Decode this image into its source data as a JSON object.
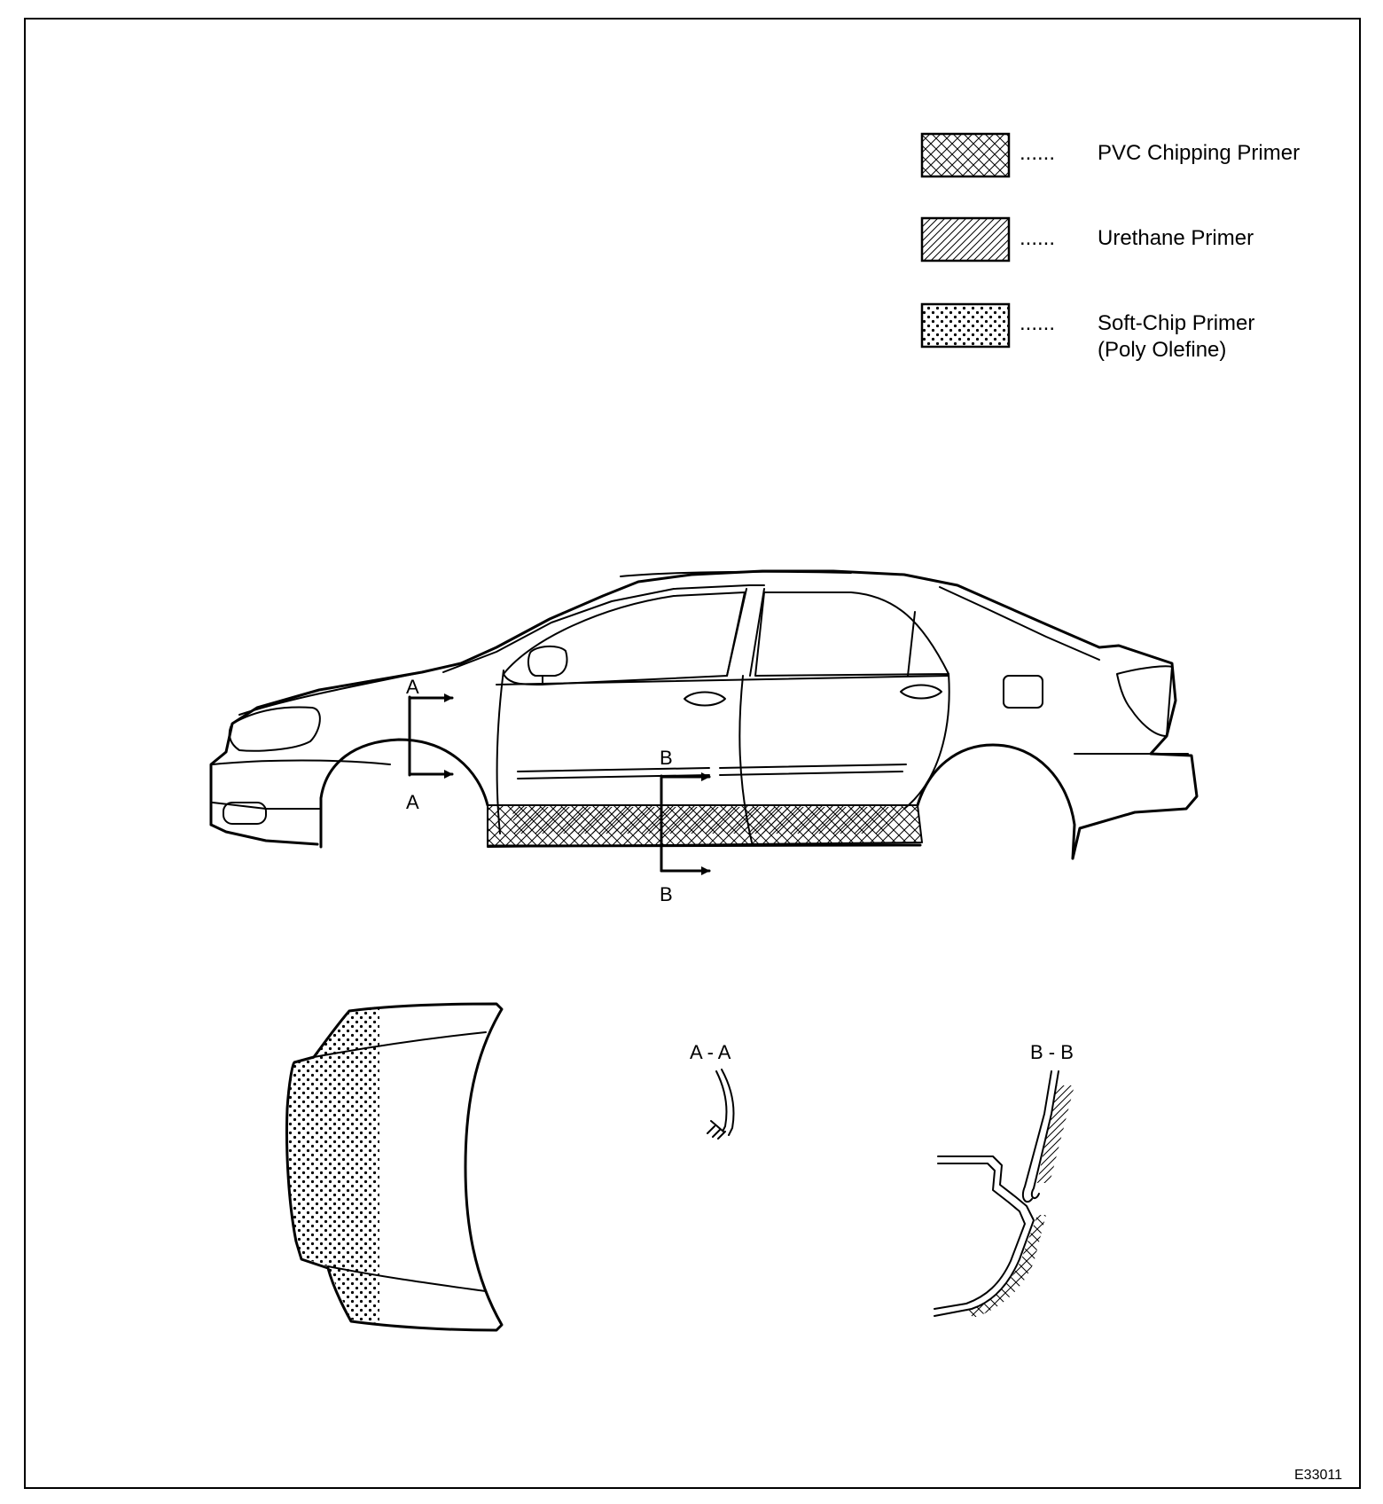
{
  "legend": {
    "items": [
      {
        "pattern": "crosshatch",
        "dots": "......",
        "label": "PVC Chipping Primer",
        "label2": ""
      },
      {
        "pattern": "diagonal",
        "dots": "......",
        "label": "Urethane Primer",
        "label2": ""
      },
      {
        "pattern": "dotted",
        "dots": "......",
        "label": "Soft-Chip Primer",
        "label2": "(Poly Olefine)"
      }
    ]
  },
  "section_markers": {
    "a_top": "A",
    "a_bottom": "A",
    "b_top": "B",
    "b_bottom": "B"
  },
  "sections": {
    "aa_title": "A - A",
    "bb_title": "B - B"
  },
  "figure_id": "E33011",
  "colors": {
    "ink": "#000000",
    "paper": "#ffffff"
  }
}
